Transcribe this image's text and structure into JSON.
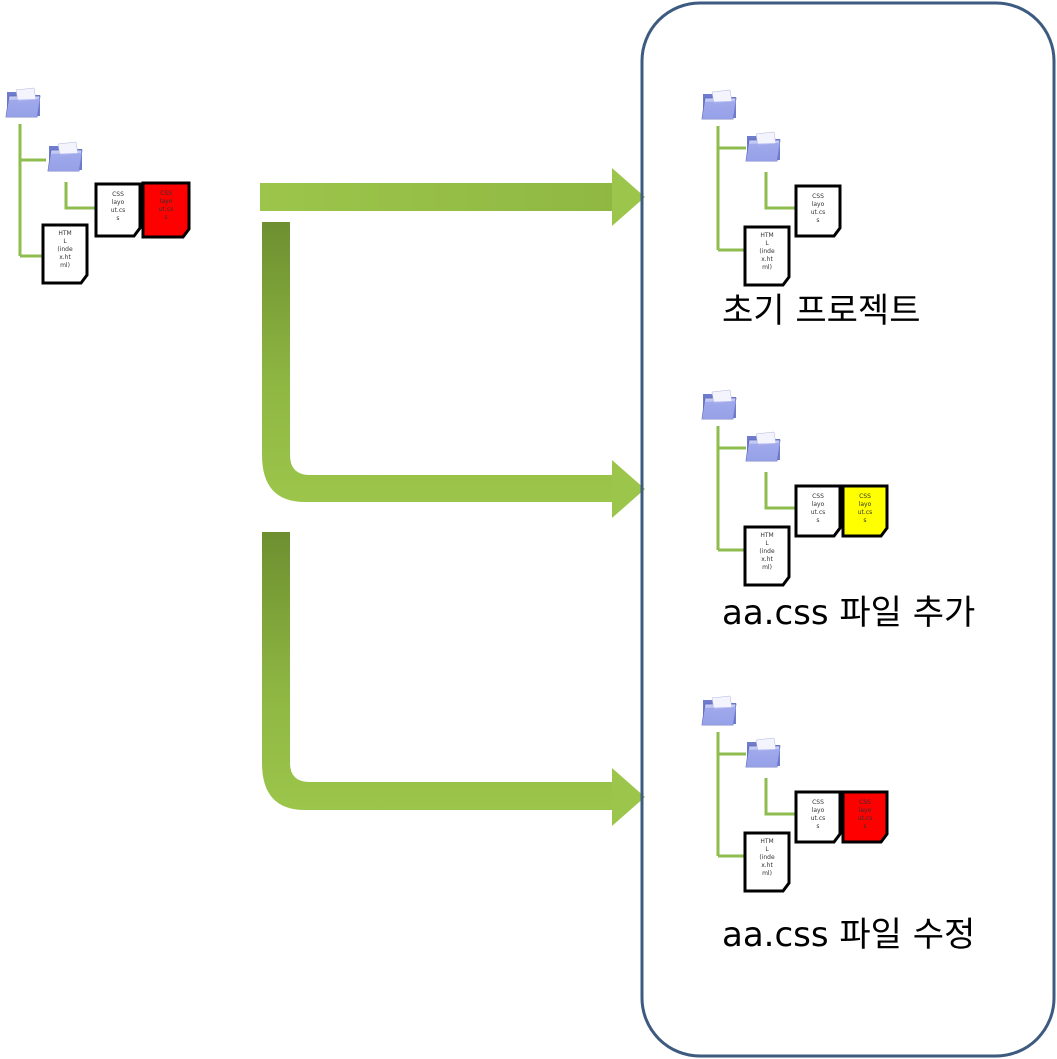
{
  "colors": {
    "arrow_light": "#9bc24a",
    "arrow_dark": "#6f9232",
    "panel_border": "#3d5a80",
    "tree_line": "#8fbc4f",
    "file_plain": "#ffffff",
    "file_yellow": "#ffff00",
    "file_red": "#ff0000",
    "folder": "#8b95e0"
  },
  "icons": [
    "folder-icon",
    "html-file-icon",
    "css-file-icon"
  ],
  "files": {
    "html_label": [
      "HTM",
      "L",
      "(inde",
      "x.ht",
      "ml)"
    ],
    "css_label": [
      "CSS",
      "layo",
      "ut.cs",
      "s"
    ]
  },
  "source_tree": {
    "files": [
      "css-plain",
      "css-red",
      "html"
    ]
  },
  "panel": {
    "stages": [
      {
        "caption": "초기 프로젝트",
        "extra_file": "none"
      },
      {
        "caption": "aa.css 파일 추가",
        "extra_file": "yellow"
      },
      {
        "caption": "aa.css 파일 수정",
        "extra_file": "red"
      }
    ]
  }
}
